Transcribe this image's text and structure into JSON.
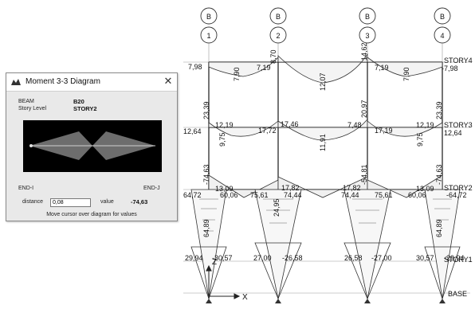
{
  "dialog": {
    "title": "Moment 3-3 Diagram",
    "close_glyph": "✕",
    "beam_label": "BEAM",
    "beam_value": "B20",
    "story_label": "Story Level",
    "story_value": "STORY2",
    "end_i_label": "END-I",
    "end_j_label": "END-J",
    "distance_label": "distance",
    "distance_value": "0,08",
    "value_label": "value",
    "value_value": "-74,63",
    "hint": "Move cursor over diagram for values",
    "icon": "moment-diagram-icon"
  },
  "grid": {
    "bubble_top": [
      "B",
      "B",
      "B",
      "B"
    ],
    "bubble_bottom": [
      "1",
      "2",
      "3",
      "4"
    ]
  },
  "stories": {
    "story4": "STORY4",
    "story3": "STORY3",
    "story2": "STORY2",
    "story1": "STORY1",
    "base": "BASE"
  },
  "values": {
    "s4_l1": "7,98",
    "s4_v1": "7,90",
    "s4_c2a": "7,19",
    "s4_c2b": "8,70",
    "s4_mid": "12,07",
    "s4_c3a": "14,62",
    "s4_c3b": "7,19",
    "s4_v3": "7,90",
    "s4_r": "-7,98",
    "s3_l": "12,64",
    "s3_c1": "23,39",
    "s3_a": "12,19",
    "s3_v1": "9,75",
    "s3_b": "17,46",
    "s3_c": "17,72",
    "s3_mid": "11,91",
    "s3_d": "7,48",
    "s3_c3": "20,97",
    "s3_e": "17,19",
    "s3_f": "12,19",
    "s3_v3": "9,75",
    "s3_c4": "23,39",
    "s3_r": "12,64",
    "s2_l": "64,72",
    "s2_c1": "-74,63",
    "s2_a": "13,09",
    "s2_b": "60,06",
    "s2_c": "75,61",
    "s2_d": "17,82",
    "s2_e": "74,44",
    "s2_c2": "24,95",
    "s2_f": "17,82",
    "s2_g": "74,44",
    "s2_c3": "-54,81",
    "s2_h": "75,61",
    "s2_i": "13,09",
    "s2_j": "60,06",
    "s2_c4": "-74,63",
    "s2_r": "-64,72",
    "s2_v1": "64,89",
    "s2_v4": "64,89",
    "s1_a": "29,94",
    "s1_b": "-30,57",
    "s1_c": "27,00",
    "s1_d": "-26,58",
    "s1_e": "26,58",
    "s1_f": "-27,00",
    "s1_g": "30,57",
    "s1_h": "-29,94"
  },
  "axes": {
    "z": "Z",
    "x": "X"
  },
  "colors": {
    "line": "#2a2a2a",
    "diagram_fill": "#6d6d6d",
    "diagram_bg": "#000000",
    "dialog_bg": "#e9e9e9"
  }
}
